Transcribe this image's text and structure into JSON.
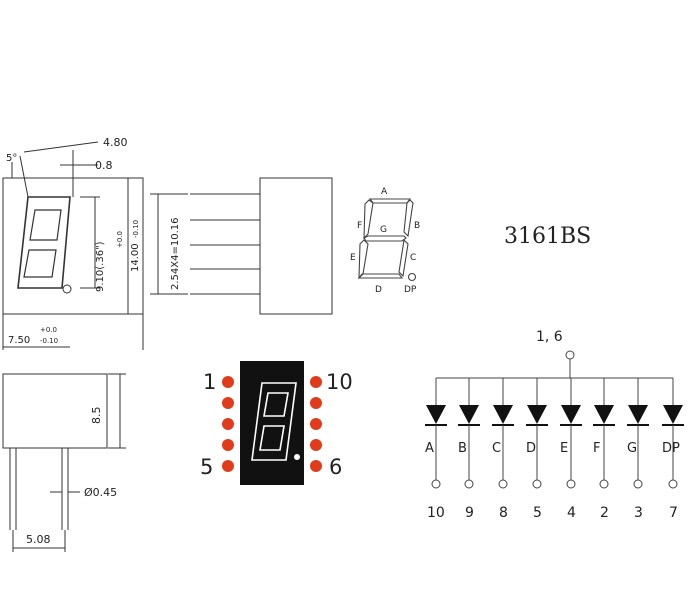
{
  "part_number": "3161BS",
  "front_view": {
    "dim_top_width": "4.80",
    "dim_angle": "5°",
    "dim_seg_offset": "0.8",
    "dim_digit_height": "9.10(.36\")",
    "dim_digit_height_tol": "+0.0",
    "dim_body_height": "14.00",
    "dim_body_height_tol": "-0.10",
    "dim_width_tol_top": "+0.0",
    "dim_width": "7.50",
    "dim_width_tol": "-0.10"
  },
  "side_view": {
    "dim_pin_pitch": "2.54X4=10.16"
  },
  "segment_map": {
    "labels": [
      "A",
      "B",
      "C",
      "D",
      "E",
      "F",
      "G",
      "DP"
    ]
  },
  "bottom_view": {
    "dim_body_height": "8.5",
    "dim_pin_diameter": "Ø0.45",
    "dim_pin_spacing": "5.08"
  },
  "pinout": {
    "pin_top_left": "1",
    "pin_top_right": "10",
    "pin_bottom_left": "5",
    "pin_bottom_right": "6",
    "pin_color": "#e03c1c",
    "body_color": "#111111"
  },
  "schematic": {
    "common_pin": "1, 6",
    "segments": [
      "A",
      "B",
      "C",
      "D",
      "E",
      "F",
      "G",
      "DP"
    ],
    "pins": [
      "10",
      "9",
      "8",
      "5",
      "4",
      "2",
      "3",
      "7"
    ]
  }
}
